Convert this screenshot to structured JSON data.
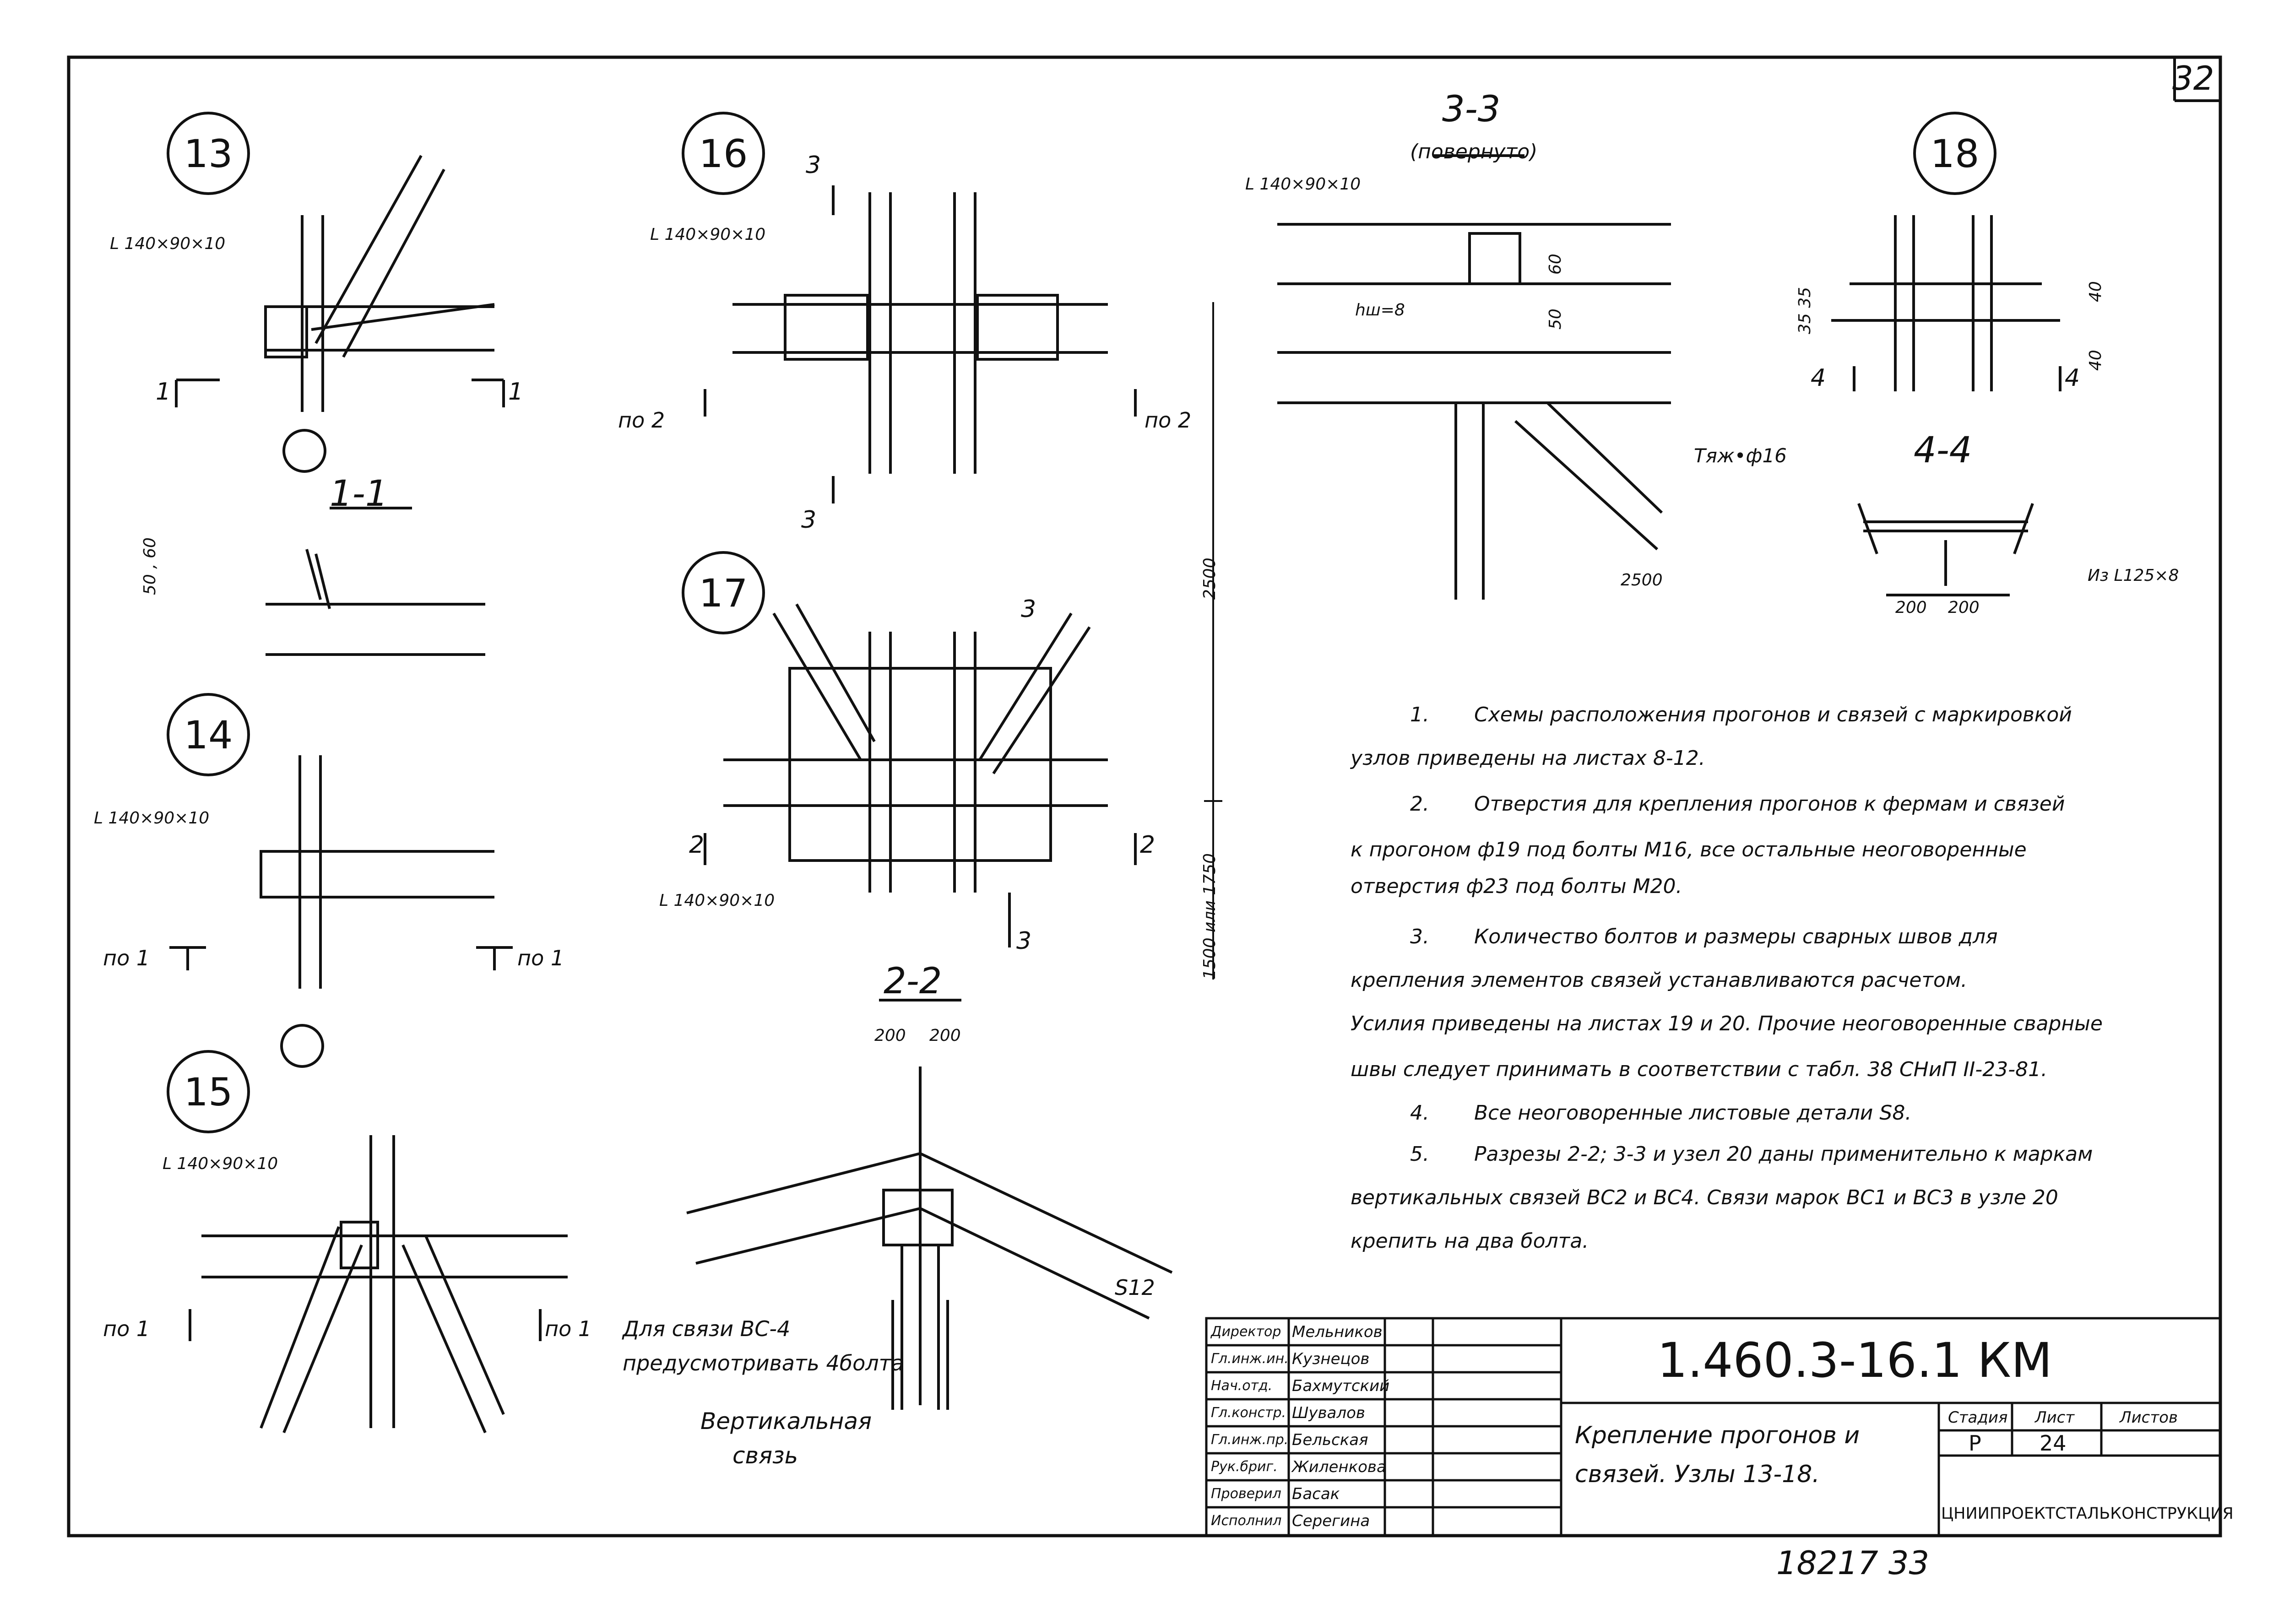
{
  "page_number": "32",
  "nodes": {
    "n13": "13",
    "n14": "14",
    "n15": "15",
    "n16": "16",
    "n17": "17",
    "n18": "18"
  },
  "sections": {
    "s11": "1-1",
    "s22": "2-2",
    "s33": "3-3",
    "s33_note": "(повернуто)",
    "s44": "4-4"
  },
  "labels": {
    "angle": "L 140×90×10",
    "mark_1": "1",
    "mark_2": "2",
    "mark_3": "3",
    "mark_4": "4",
    "po1": "по 1",
    "po2": "по 2",
    "dim_50_60": "50 , 60",
    "dim_200": "200",
    "dim_2500": "2500",
    "dim_1500_1750": "1500 или 1750",
    "dim_60": "60",
    "dim_50": "50",
    "weld_hsh": "hш=8",
    "dim_35": "35 35",
    "dim_40": "40",
    "tyazh": "Тяж•ф16",
    "iz_L125": "Из L125×8",
    "s12": "S12",
    "dlya_svyazi": "Для связи ВС-4",
    "predusmotr": "предусмотривать 4болта",
    "vertikalnaya": "Вертикальная",
    "svyaz": "связь"
  },
  "notes": [
    {
      "num": "1.",
      "line1": "Схемы расположения прогонов и связей с маркировкой",
      "line2": "узлов приведены на листах 8-12."
    },
    {
      "num": "2.",
      "line1": "Отверстия для крепления прогонов к фермам и связей",
      "line2": "к прогоном ф19 под болты М16, все остальные неоговоренные",
      "line3": "отверстия ф23 под болты М20."
    },
    {
      "num": "3.",
      "line1": "Количество болтов и размеры сварных швов для",
      "line2": "крепления элементов связей устанавливаются расчетом.",
      "line3": "Усилия приведены на листах 19 и 20. Прочие неоговоренные сварные",
      "line4": "швы следует принимать в соответствии с табл. 38 СНиП II-23-81."
    },
    {
      "num": "4.",
      "line1": "Все неоговоренные листовые детали S8."
    },
    {
      "num": "5.",
      "line1": "Разрезы 2-2; 3-3 и узел 20 даны применительно к маркам",
      "line2": "вертикальных связей ВС2 и ВС4. Связи марок ВС1 и ВС3 в узле 20",
      "line3": "крепить на два болта."
    }
  ],
  "title_block": {
    "roles": [
      "Директор",
      "Гл.инж.ин.",
      "Нач.отд.",
      "Гл.констр.",
      "Гл.инж.пр.",
      "Рук.бриг.",
      "Проверил",
      "Исполнил"
    ],
    "names": [
      "Мельников",
      "Кузнецов",
      "Бахмутский",
      "Шувалов",
      "Бельская",
      "Жиленкова",
      "Басак",
      "Серегина"
    ],
    "code": "1.460.3-16.1 КМ",
    "title_line1": "Крепление прогонов и",
    "title_line2": "связей. Узлы 13-18.",
    "stage_hdr": "Стадия",
    "sheet_hdr": "Лист",
    "sheets_hdr": "Листов",
    "stage": "Р",
    "sheet": "24",
    "org": "ЦНИИПРОЕКТСТАЛЬКОНСТРУКЦИЯ"
  },
  "bottom_number": "18217 33"
}
